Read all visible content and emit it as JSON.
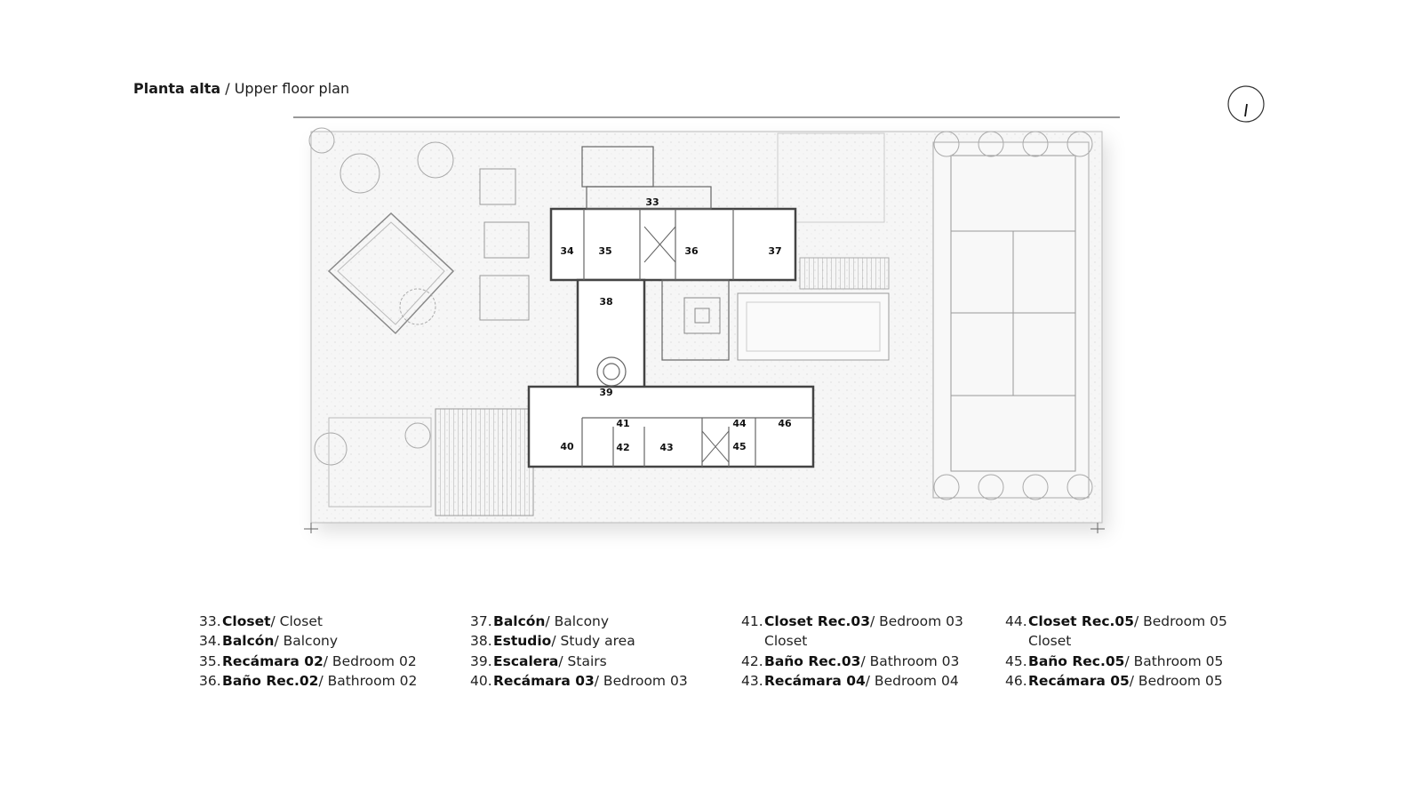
{
  "title": {
    "bold": "Planta alta",
    "rest": " / Upper floor plan"
  },
  "north_arrow": "north-arrow-icon",
  "room_labels": [
    "33",
    "34",
    "35",
    "36",
    "37",
    "38",
    "39",
    "40",
    "41",
    "42",
    "43",
    "44",
    "45",
    "46"
  ],
  "legend": [
    {
      "num": "33.",
      "bold": "Closet",
      "rest": " / Closet"
    },
    {
      "num": "34.",
      "bold": "Balcón",
      "rest": " / Balcony"
    },
    {
      "num": "35.",
      "bold": "Recámara 02",
      "rest": " / Bedroom 02"
    },
    {
      "num": "36.",
      "bold": "Baño Rec.02",
      "rest": " / Bathroom 02"
    },
    {
      "num": "37.",
      "bold": "Balcón",
      "rest": " / Balcony"
    },
    {
      "num": "38.",
      "bold": "Estudio",
      "rest": " / Study area"
    },
    {
      "num": "39.",
      "bold": "Escalera",
      "rest": " / Stairs"
    },
    {
      "num": "40.",
      "bold": "Recámara 03",
      "rest": " / Bedroom 03"
    },
    {
      "num": "41.",
      "bold": "Closet Rec.03",
      "rest": " / Bedroom 03",
      "cont": "Closet"
    },
    {
      "num": "42.",
      "bold": " Baño Rec.03",
      "rest": " / Bathroom 03"
    },
    {
      "num": "43.",
      "bold": "Recámara 04",
      "rest": " / Bedroom 04"
    },
    {
      "num": "44.",
      "bold": "Closet Rec.05",
      "rest": " / Bedroom 05",
      "cont": "Closet"
    },
    {
      "num": "45.",
      "bold": " Baño Rec.05",
      "rest": " / Bathroom 05"
    },
    {
      "num": "46.",
      "bold": "Recámara 05",
      "rest": " / Bedroom 05"
    }
  ]
}
